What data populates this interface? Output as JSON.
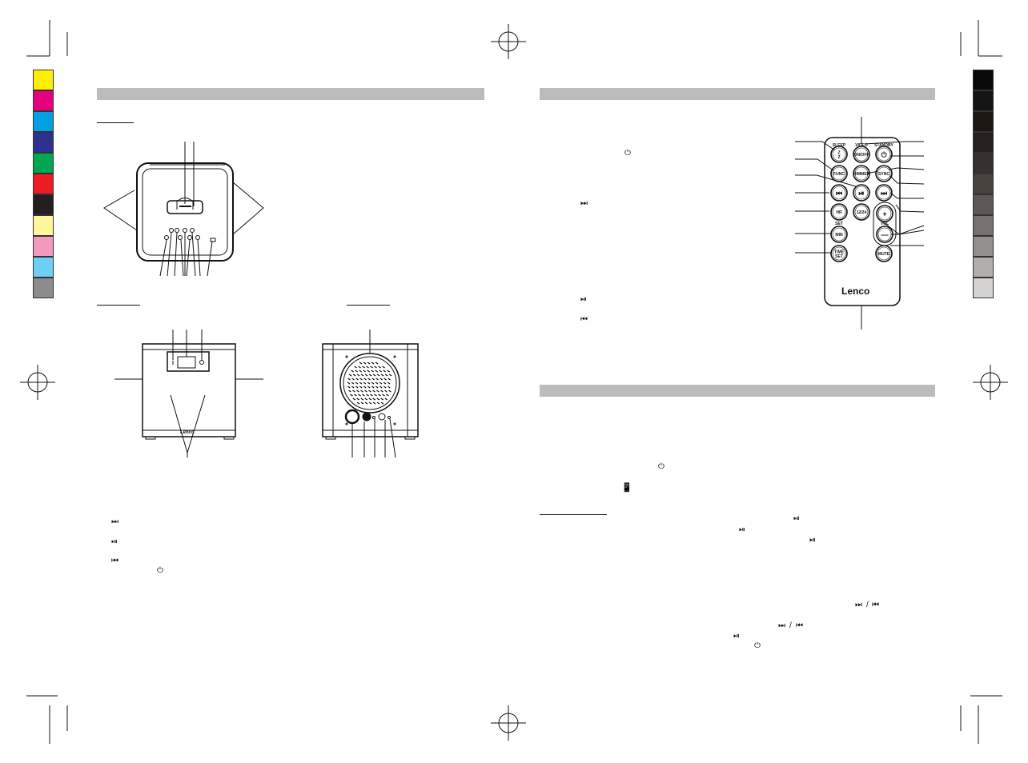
{
  "colors": {
    "left_swatches": [
      "#ffee00",
      "#e6007e",
      "#00a0e3",
      "#2e3192",
      "#00a651",
      "#ed1c24",
      "#231f20",
      "#fff799",
      "#f49ac1",
      "#6dcff6",
      "#8c8c8c"
    ],
    "right_swatches": [
      "#0a0a0a",
      "#141414",
      "#1c1712",
      "#26211f",
      "#36302e",
      "#48423f",
      "#5d5856",
      "#76716f",
      "#938f8d",
      "#b1aeac",
      "#d4d3d2"
    ],
    "section_bar": "#bcbcbc"
  },
  "glyphs": {
    "power": "⏻",
    "next": "⏭",
    "play_pause": "⏯",
    "prev": "⏮",
    "phone": "📱",
    "sep": "/"
  },
  "remote": {
    "brand": "Lenco",
    "labels": {
      "sleep": "SLEEP",
      "video": "VIDEO",
      "standby": "STANDBY",
      "zz": "Z\nZ",
      "on_off": "ON/OFF",
      "func": "FUNC",
      "dimmer": "DIMMER",
      "sync": "SYNC",
      "hr": "HR",
      "set": "SET",
      "min": "MIN",
      "h1224": "12/24",
      "vol": "VOL",
      "time_set_1": "TIME",
      "time_set_2": "SET",
      "mute": "MUTE",
      "plus": "+",
      "minus": "—"
    }
  },
  "device": {
    "front_brand": "Lenco"
  }
}
